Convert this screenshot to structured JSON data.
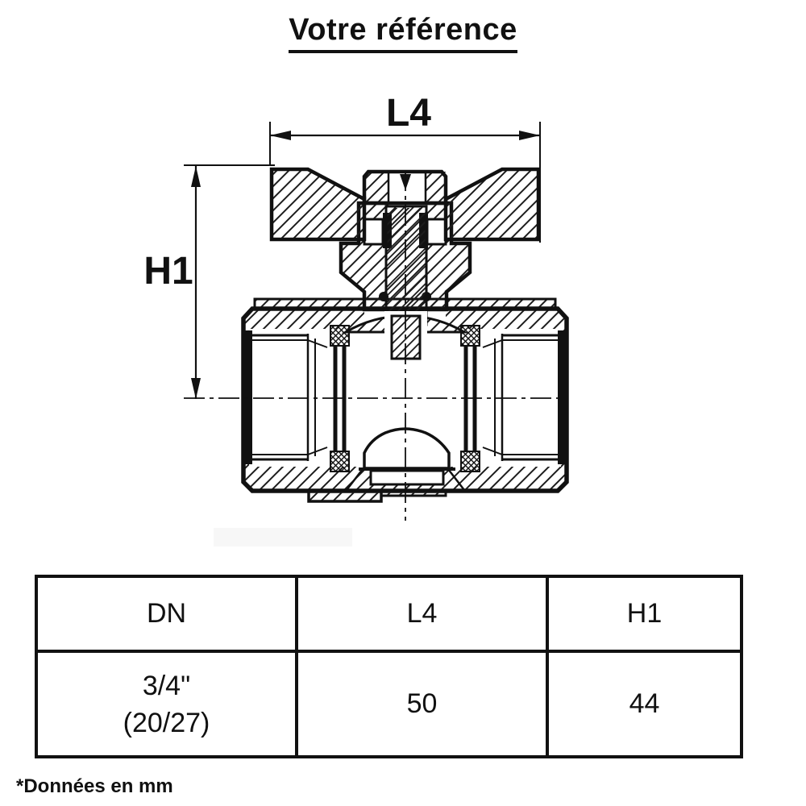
{
  "title": "Votre référence",
  "diagram": {
    "description": "ball-valve-cross-section",
    "dim_width_label": "L4",
    "dim_height_label": "H1"
  },
  "table": {
    "headers": [
      "DN",
      "L4",
      "H1"
    ],
    "row": {
      "dn_line1": "3/4\"",
      "dn_line2": "(20/27)",
      "l4": "50",
      "h1": "44"
    }
  },
  "footnote": "*Données en mm",
  "colors": {
    "ink": "#111111",
    "background": "#ffffff"
  }
}
